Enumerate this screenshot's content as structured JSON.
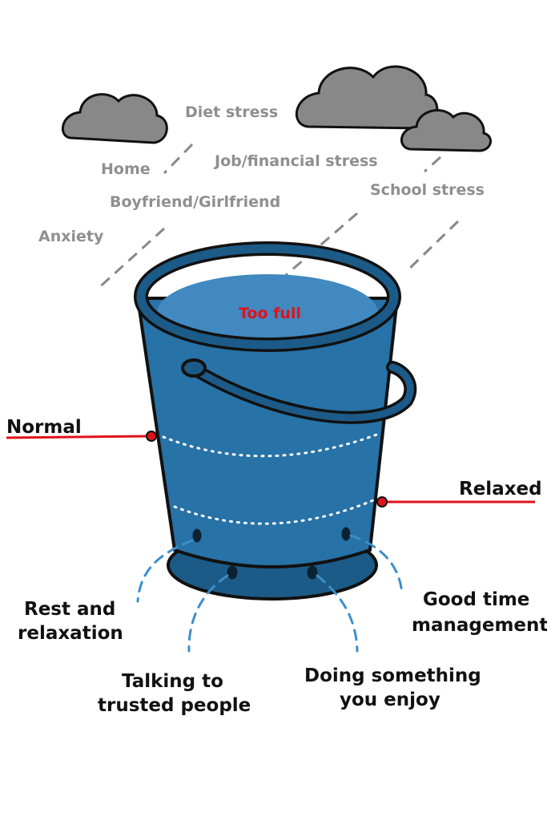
{
  "colors": {
    "bucket": "#2772a6",
    "bucket_dark": "#1c5b88",
    "water": "#4189c0",
    "outline": "#0f2a3a",
    "cloud": "#888888",
    "stress_text": "#8f8f8f",
    "level_line": "#e0121b",
    "too_full_text": "#e0121b",
    "leak": "#3a8fc9"
  },
  "stressors": [
    "Diet stress",
    "Home",
    "Job/financial stress",
    "Boyfriend/Girlfriend",
    "School stress",
    "Anxiety"
  ],
  "bucket": {
    "too_full_label": "Too full",
    "levels": {
      "normal": "Normal",
      "relaxed": "Relaxed"
    }
  },
  "coping": {
    "rest_line1": "Rest and",
    "rest_line2": "relaxation",
    "talking_line1": "Talking to",
    "talking_line2": "trusted people",
    "doing_line1": "Doing something",
    "doing_line2": "you enjoy",
    "time_line1": "Good time",
    "time_line2": "management"
  },
  "icons": {
    "cloud": "cloud-icon",
    "bucket": "bucket-icon",
    "rain": "rain-streak",
    "leak": "leak-stream"
  }
}
